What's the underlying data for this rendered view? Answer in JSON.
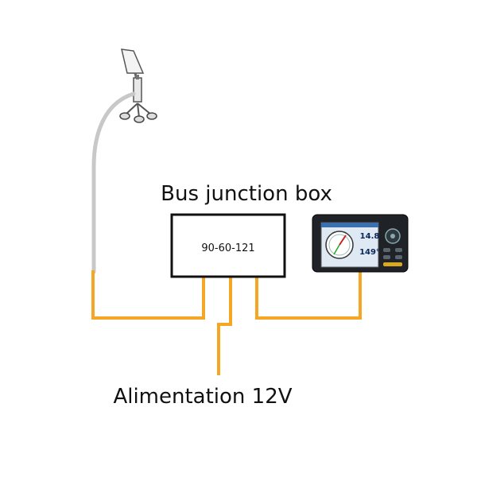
{
  "labels": {
    "box_title": "Bus junction box",
    "box_code": "90-60-121",
    "power": "Alimentation 12V"
  },
  "display": {
    "wind_speed": "14.8",
    "heading": "149°"
  },
  "colors": {
    "cable": "#f5a623",
    "mast_cable": "#c8c8c8",
    "box_border": "#111111",
    "display_body": "#1f2328",
    "screen": "#dfe9f3"
  },
  "icons": [
    "wind-vane-anemometer-icon",
    "marine-display-icon"
  ]
}
